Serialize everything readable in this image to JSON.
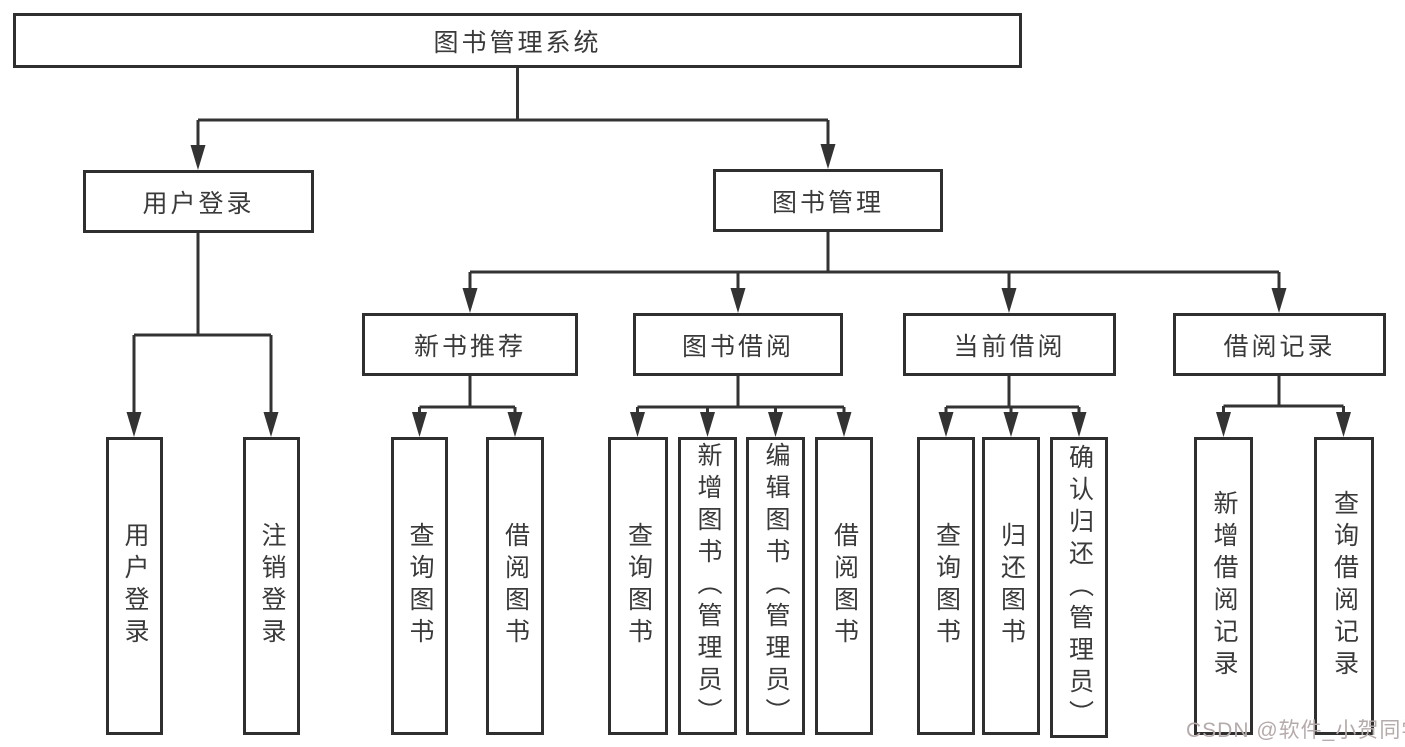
{
  "diagram": {
    "type": "hierarchy-tree",
    "orientation": "top-down"
  },
  "colors": {
    "background": "#ffffff",
    "box_border": "#2f2f2f",
    "line": "#333333",
    "text": "#3a3a3a",
    "watermark": "#b6abab"
  },
  "watermark": "CSDN @软件_小贺同学",
  "tree": {
    "label": "图书管理系统",
    "children": [
      {
        "label": "用户登录",
        "children": [
          {
            "label": "用户登录"
          },
          {
            "label": "注销登录"
          }
        ]
      },
      {
        "label": "图书管理",
        "children": [
          {
            "label": "新书推荐",
            "children": [
              {
                "label": "查询图书"
              },
              {
                "label": "借阅图书"
              }
            ]
          },
          {
            "label": "图书借阅",
            "children": [
              {
                "label": "查询图书"
              },
              {
                "label": "新增图书（管理员）"
              },
              {
                "label": "编辑图书（管理员）"
              },
              {
                "label": "借阅图书"
              }
            ]
          },
          {
            "label": "当前借阅",
            "children": [
              {
                "label": "查询图书"
              },
              {
                "label": "归还图书"
              },
              {
                "label": "确认归还（管理员）"
              }
            ]
          },
          {
            "label": "借阅记录",
            "children": [
              {
                "label": "新增借阅记录"
              },
              {
                "label": "查询借阅记录"
              }
            ]
          }
        ]
      }
    ]
  }
}
